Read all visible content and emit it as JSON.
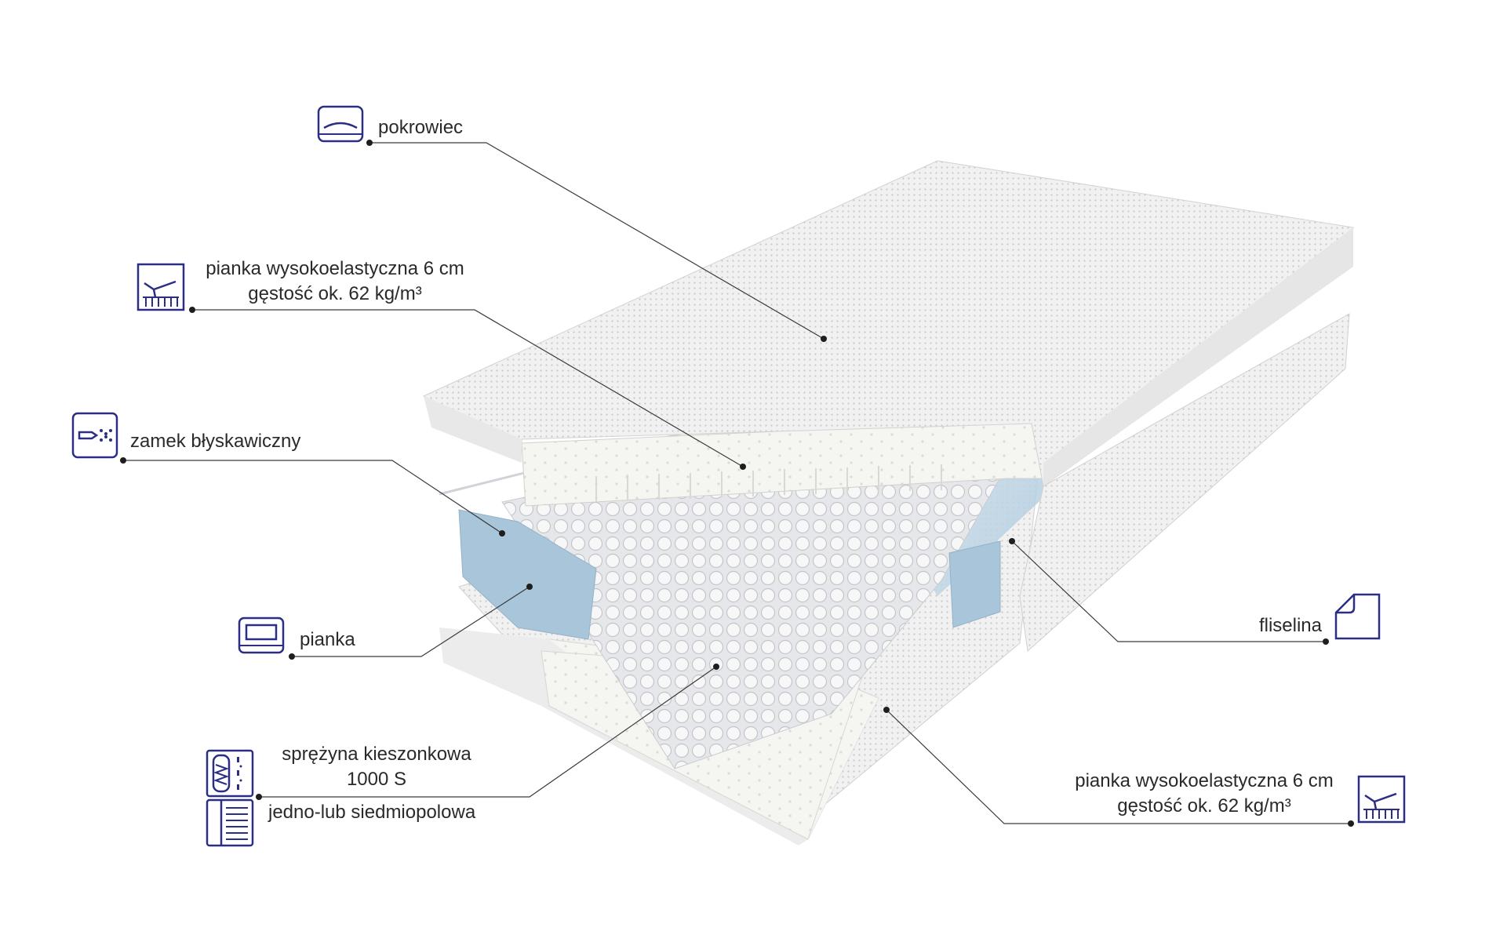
{
  "callouts": [
    {
      "id": "cover",
      "lines": [
        "pokrowiec"
      ],
      "icon": "mattress-cover-icon"
    },
    {
      "id": "top-foam",
      "lines": [
        "pianka wysokoelastyczna 6 cm",
        "gęstość ok. 62 kg/m³"
      ],
      "icon": "foam-pressure-icon"
    },
    {
      "id": "zipper",
      "lines": [
        "zamek błyskawiczny"
      ],
      "icon": "zipper-icon"
    },
    {
      "id": "foam",
      "lines": [
        "pianka"
      ],
      "icon": "foam-frame-icon"
    },
    {
      "id": "spring",
      "lines": [
        "sprężyna kieszonkowa",
        "1000 S"
      ],
      "icon": "pocket-spring-icon"
    },
    {
      "id": "zones",
      "lines": [
        "jedno-lub siedmiopolowa"
      ],
      "icon": "zones-icon"
    },
    {
      "id": "fleece",
      "lines": [
        "fliselina"
      ],
      "icon": "fleece-icon"
    },
    {
      "id": "bottom-foam",
      "lines": [
        "pianka wysokoelastyczna 6 cm",
        "gęstość ok. 62 kg/m³"
      ],
      "icon": "foam-pressure-icon"
    }
  ],
  "colors": {
    "icon": "#2b2e83",
    "text": "#2a2a2a",
    "line": "#3a3a3a"
  }
}
